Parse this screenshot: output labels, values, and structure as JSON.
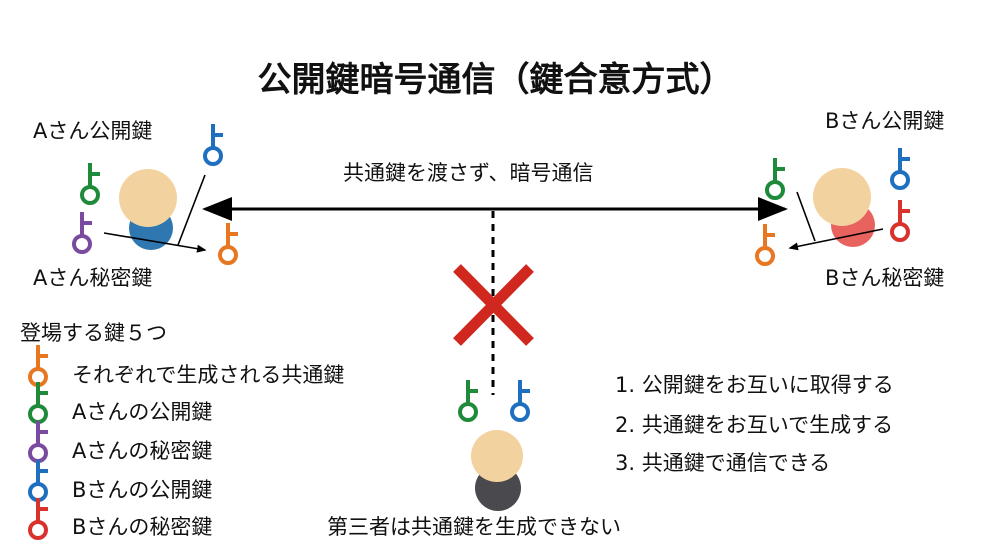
{
  "title": "公開鍵暗号通信（鍵合意方式）",
  "a_public_label": "Aさん公開鍵",
  "a_private_label": "Aさん秘密鍵",
  "b_public_label": "Bさん公開鍵",
  "b_private_label": "Bさん秘密鍵",
  "channel_label": "共通鍵を渡さず、暗号通信",
  "third_party_label": "第三者は共通鍵を生成できない",
  "legend": {
    "heading": "登場する鍵５つ",
    "items": [
      {
        "label": "それぞれで生成される共通鍵",
        "color": "#e87722"
      },
      {
        "label": "Aさんの公開鍵",
        "color": "#1e8a3a"
      },
      {
        "label": "Aさんの秘密鍵",
        "color": "#7a4aa0"
      },
      {
        "label": "Bさんの公開鍵",
        "color": "#1f6fc0"
      },
      {
        "label": "Bさんの秘密鍵",
        "color": "#d9312b"
      }
    ]
  },
  "steps": [
    "1.  公開鍵をお互いに取得する",
    "2.  共通鍵をお互いで生成する",
    "3.  共通鍵で通信できる"
  ],
  "colors": {
    "skin": "#f2d3a0",
    "person_a": "#2f77b0",
    "person_b": "#e8625e",
    "third": "#4a4a4e",
    "cross": "#d0281f"
  }
}
